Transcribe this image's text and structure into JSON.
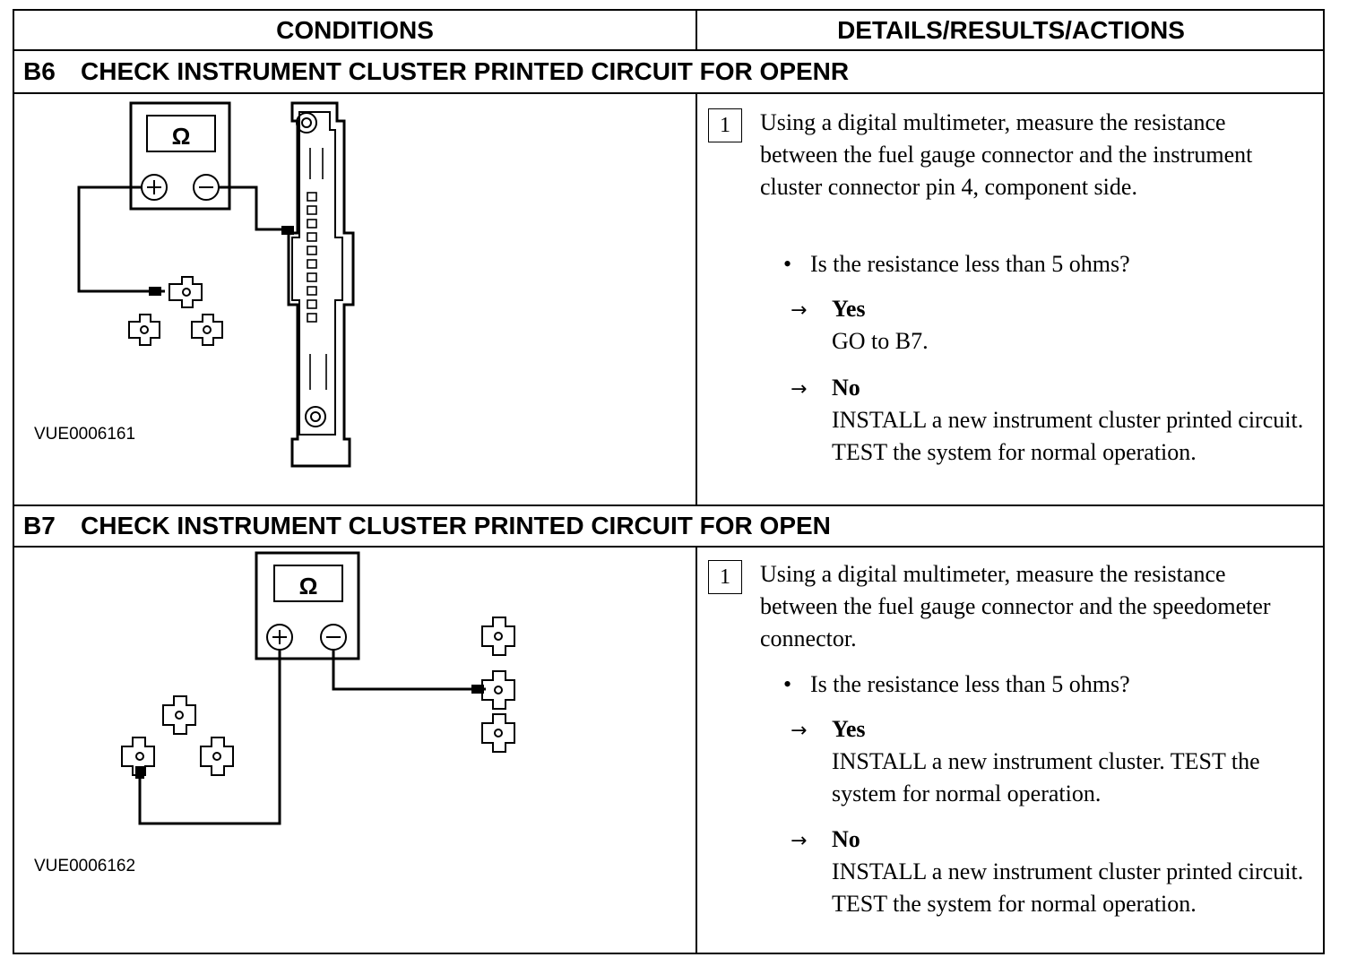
{
  "header": {
    "conditions": "CONDITIONS",
    "details": "DETAILS/RESULTS/ACTIONS"
  },
  "steps": [
    {
      "code": "B6",
      "title": "CHECK INSTRUMENT CLUSTER PRINTED CIRCUIT FOR OPENR",
      "figure_id": "VUE0006161",
      "meter_symbol": "Ω",
      "action_number": "1",
      "instruction": "Using a digital multimeter, measure the resistance between the fuel gauge connector and the instrument cluster connector pin 4, component side.",
      "question": "Is the resistance less than 5 ohms?",
      "yes_label": "Yes",
      "yes_text": "GO to B7.",
      "no_label": "No",
      "no_text": "INSTALL a new instrument cluster printed circuit. TEST the system for normal operation."
    },
    {
      "code": "B7",
      "title": "CHECK INSTRUMENT CLUSTER PRINTED CIRCUIT FOR OPEN",
      "figure_id": "VUE0006162",
      "meter_symbol": "Ω",
      "action_number": "1",
      "instruction": "Using a digital multimeter, measure the resistance between the fuel gauge connector and the speedometer connector.",
      "question": "Is the resistance less than 5 ohms?",
      "yes_label": "Yes",
      "yes_text": "INSTALL a new instrument cluster. TEST the system for normal operation.",
      "no_label": "No",
      "no_text": "INSTALL a new instrument cluster printed circuit. TEST the system for normal operation."
    }
  ]
}
